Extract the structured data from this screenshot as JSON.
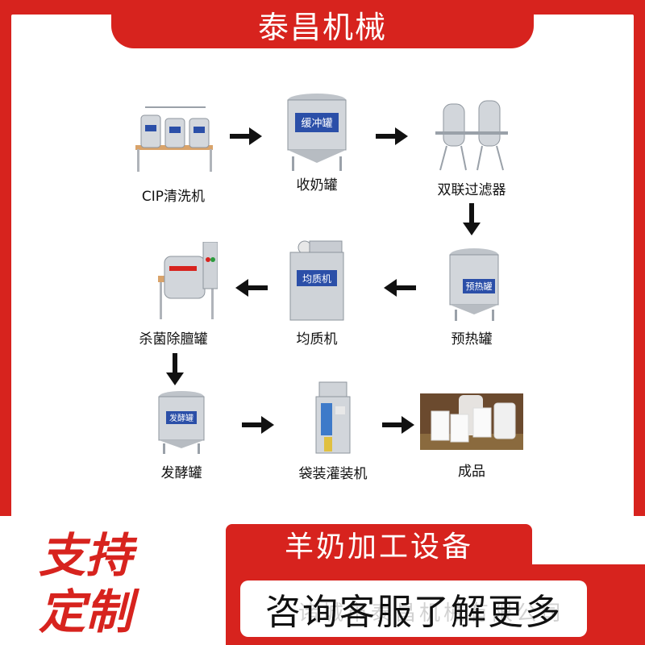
{
  "header": {
    "title": "泰昌机械"
  },
  "steps": [
    {
      "label": "CIP清洗机"
    },
    {
      "label": "收奶罐",
      "tag": "缓冲罐"
    },
    {
      "label": "双联过滤器"
    },
    {
      "label": "预热罐",
      "tag": "预热罐"
    },
    {
      "label": "均质机",
      "tag": "均质机"
    },
    {
      "label": "杀菌除膻罐"
    },
    {
      "label": "发酵罐",
      "tag": "发酵罐"
    },
    {
      "label": "袋装灌装机"
    },
    {
      "label": "成品"
    }
  ],
  "badge": {
    "line1": "支持",
    "line2": "定制"
  },
  "banner": {
    "subtitle": "羊奶加工设备",
    "cta": "咨询客服了解更多",
    "watermark": "诸城市泰昌机械有限公司"
  },
  "colors": {
    "accent": "#d7231e",
    "steel": "#c8ccd2",
    "text": "#111111"
  }
}
